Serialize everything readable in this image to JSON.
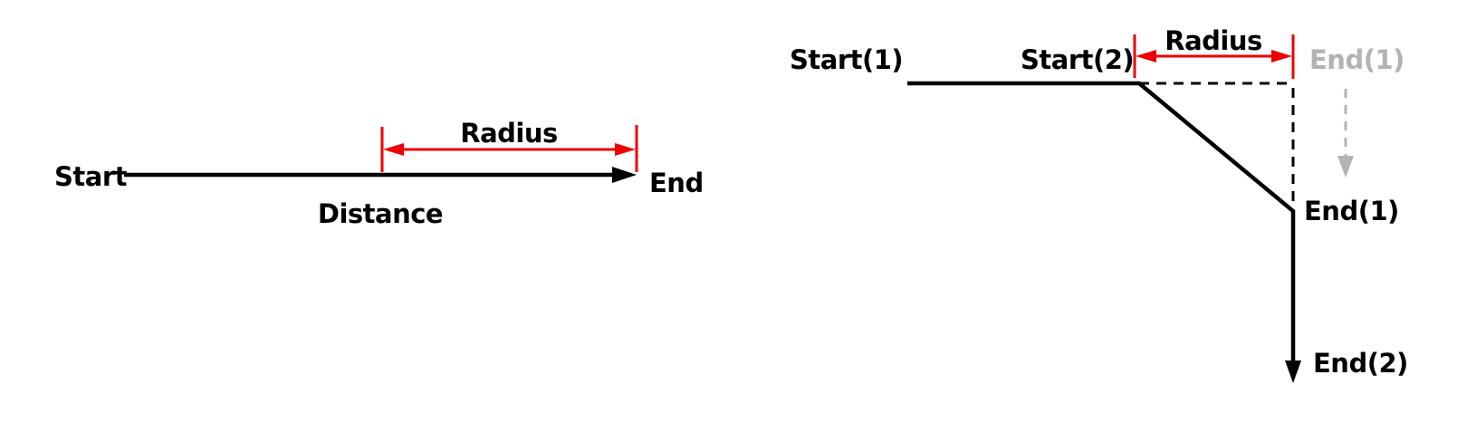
{
  "figure": {
    "background": "#ffffff",
    "colors": {
      "line_black": "#000000",
      "measure_red": "#ee0000",
      "ghost_gray": "#b3b3b3"
    },
    "left_diagram": {
      "description": "straight path with distance and radius measure",
      "start_label": "Start",
      "end_label": "End",
      "radius_label": "Radius",
      "distance_label": "Distance"
    },
    "right_diagram": {
      "description": "bent path showing radius cut corner with ghost end position",
      "start1_label": "Start(1)",
      "start2_label": "Start(2)",
      "radius_label": "Radius",
      "end1_ghost_label": "End(1)",
      "end1_label": "End(1)",
      "end2_label": "End(2)"
    }
  }
}
